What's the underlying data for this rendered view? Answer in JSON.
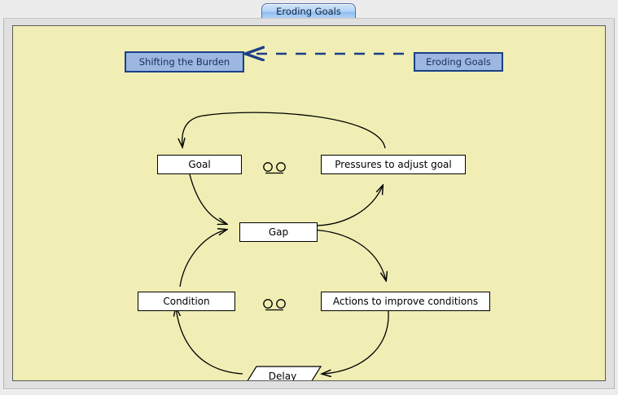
{
  "window": {
    "background_color": "#ececed",
    "panel_color": "#e0e0e0"
  },
  "tabs": [
    {
      "label": "Eroding Goals",
      "selected": true
    }
  ],
  "canvas": {
    "background_color": "#f0eeb4",
    "border_color": "#5a5a5a"
  },
  "archetype_links": {
    "accent_color": "#1a3f87",
    "fill_color": "#9cb7e0",
    "source": {
      "label": "Eroding Goals"
    },
    "target": {
      "label": "Shifting the Burden"
    },
    "connector": {
      "style": "dashed",
      "direction": "right-to-left",
      "arrowhead": "left"
    }
  },
  "diagram": {
    "type": "causal-loop-diagram",
    "nodes": [
      {
        "id": "goal",
        "label": "Goal",
        "shape": "rectangle"
      },
      {
        "id": "pressures",
        "label": "Pressures to adjust goal",
        "shape": "rectangle"
      },
      {
        "id": "gap",
        "label": "Gap",
        "shape": "rectangle"
      },
      {
        "id": "condition",
        "label": "Condition",
        "shape": "rectangle"
      },
      {
        "id": "actions",
        "label": "Actions to improve conditions",
        "shape": "rectangle"
      },
      {
        "id": "delay",
        "label": "Delay",
        "shape": "parallelogram"
      }
    ],
    "edges": [
      {
        "from": "pressures",
        "to": "goal",
        "style": "curved",
        "arrow": true
      },
      {
        "from": "goal",
        "to": "gap",
        "style": "curved",
        "arrow": true
      },
      {
        "from": "gap",
        "to": "pressures",
        "style": "curved",
        "arrow": true
      },
      {
        "from": "condition",
        "to": "gap",
        "style": "curved",
        "arrow": true
      },
      {
        "from": "gap",
        "to": "actions",
        "style": "curved",
        "arrow": true
      },
      {
        "from": "actions",
        "to": "delay",
        "style": "curved",
        "arrow": true
      },
      {
        "from": "delay",
        "to": "condition",
        "style": "curved",
        "arrow": true
      }
    ],
    "loop_markers": [
      {
        "id": "balancing-loop-top",
        "type": "balancing"
      },
      {
        "id": "balancing-loop-bottom",
        "type": "balancing"
      }
    ]
  }
}
